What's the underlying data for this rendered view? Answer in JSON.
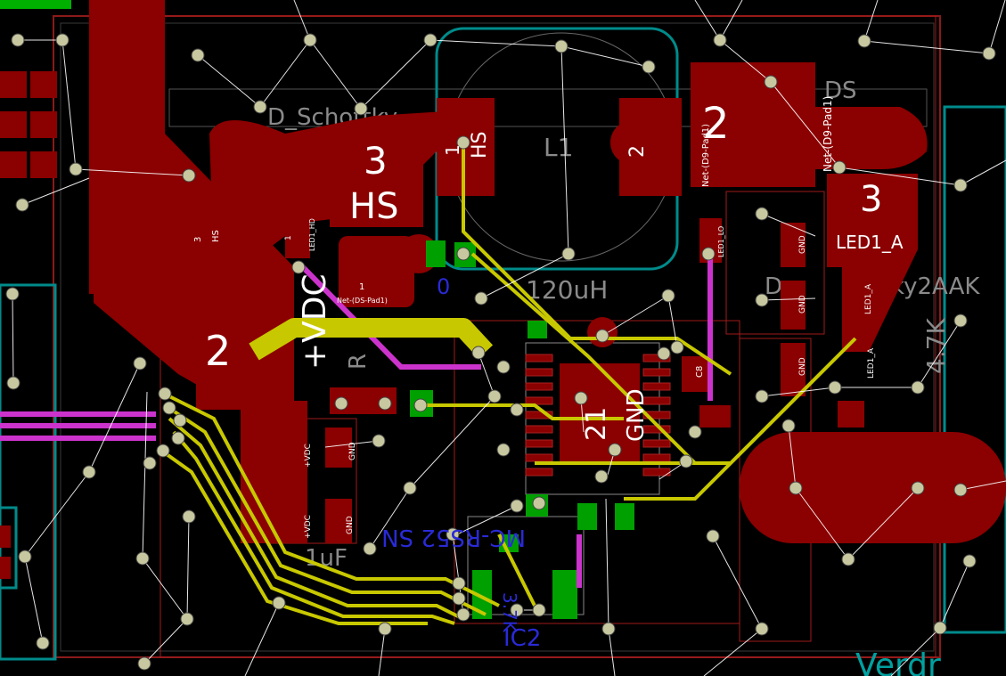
{
  "board": {
    "title": "PCB layout editor view",
    "labels": {
      "pad_3_hs_big": "3",
      "hs_big": "HS",
      "pad_1_hs": "1",
      "hs_small": "HS",
      "pad_2_net": "2",
      "net_d9_pad1_a": "Net-(D9-Pad1)",
      "pad_2_big_right": "2",
      "net_d9_pad1_b": "Net-(D9-Pad1)",
      "pad_3_led": "3",
      "led1_a_big": "LED1_A",
      "pad_2_vdc": "2",
      "vdc_big": "+VDC",
      "pad_21_gnd": "21",
      "gnd_big": "GND",
      "hs_left_pad": "HS",
      "hs_left_num": "3",
      "led1_hd": "LED1_HD",
      "led1_hd_num": "1",
      "net_ds_pad1": "Net-(DS-Pad1)",
      "net_ds_num": "1",
      "led1_lo": "LED1_LO",
      "vdc_small_1": "+VDC",
      "vdc_small_2": "+VDC",
      "gnd_small_1": "GND",
      "gnd_small_2": "GND",
      "gnd_small_3": "GND",
      "gnd_small_4": "GND",
      "gnd_small_5": "GND",
      "led1_a_small_1": "LED1_A",
      "led1_a_small_2": "LED1_A",
      "d_schottky": "D_Schottky",
      "inductor_value": "120uH",
      "ic_name": "MC-RS52 SN",
      "ic_ref": "IC2",
      "res_value": "3.7K",
      "cap_value": "0",
      "res_value_2": "1uF",
      "verdrahtung": "Verdr",
      "label_ds": "DS",
      "label_d": "D",
      "label_kyaak": "ky2AAK",
      "label_l1": "L1",
      "label_r": "R",
      "label_c8": "C8",
      "label_4k7": "4.7K"
    },
    "colors": {
      "copper_front": "#8b0000",
      "copper_front_edge": "#ff3333",
      "copper_back_trace": "#c8c800",
      "inner_trace": "#cc33cc",
      "silkscreen": "#8a8a8a",
      "courtyard": "#00a0a0",
      "ratsnest": "#ffffff",
      "fab_layer": "#2a2ad8",
      "via": "#c8c8a0",
      "smd_green": "#00a000"
    }
  }
}
